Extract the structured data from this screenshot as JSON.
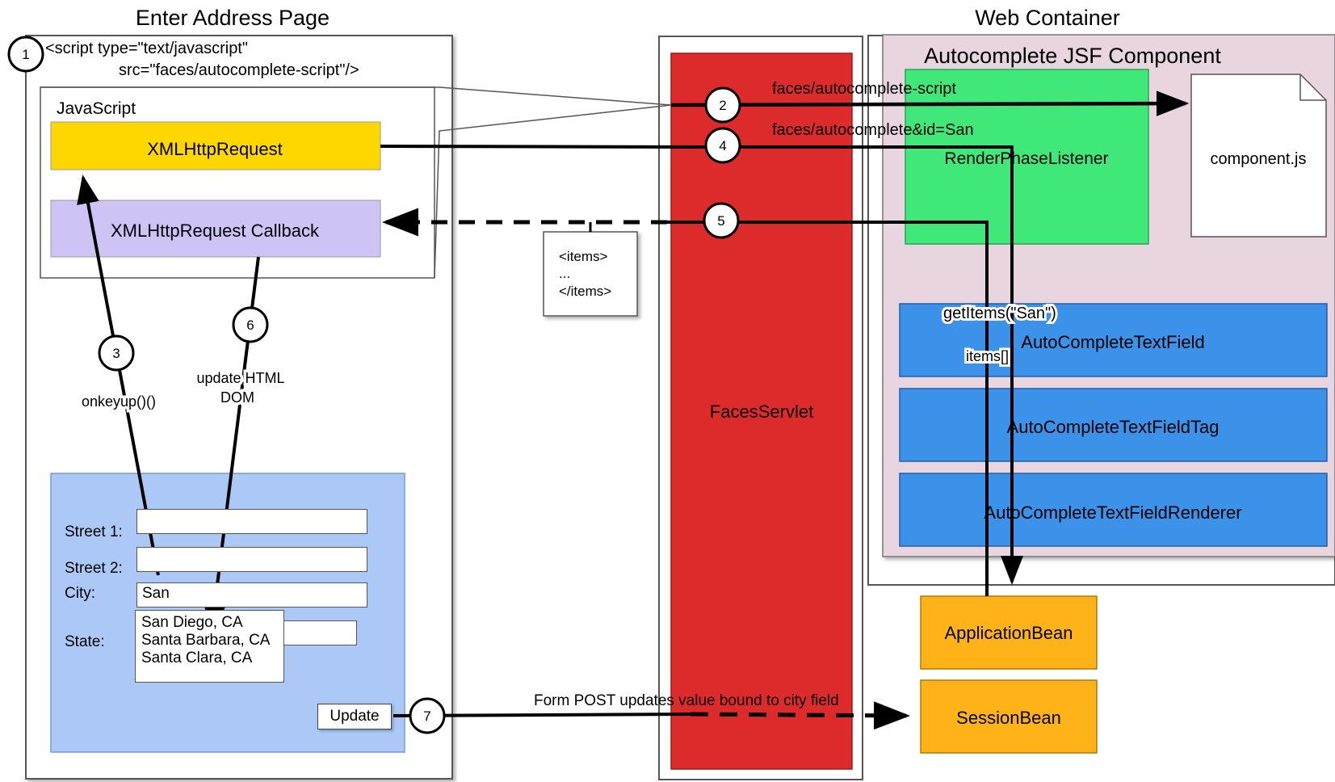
{
  "titles": {
    "left": "Enter Address Page",
    "right": "Web Container"
  },
  "script_tag": {
    "line1": "<script type=\"text/javascript\"",
    "line2": "src=\"faces/autocomplete-script\"/>"
  },
  "javascript_box": {
    "label": "JavaScript",
    "xhr_label": "XMLHttpRequest",
    "callback_label": "XMLHttpRequest Callback"
  },
  "steps": {
    "s1": "1",
    "s2": "2",
    "s3": "3",
    "s4": "4",
    "s5": "5",
    "s6": "6",
    "s7": "7"
  },
  "arrow_labels": {
    "onkeyup": "onkeyup()()",
    "update_line1": "update HTML",
    "update_line2": "DOM",
    "script_url": "faces/autocomplete-script",
    "request_url": "faces/autocomplete&id=San",
    "get_items": "getItems(\"San\")",
    "items_array": "items[]",
    "form_post": "Form POST updates value bound  to city field"
  },
  "items_note": {
    "line1": "<items>",
    "line2": "...",
    "line3": "</items>"
  },
  "form": {
    "street1_label": "Street 1:",
    "street2_label": "Street 2:",
    "city_label": "City:",
    "state_label": "State:",
    "city_value": "San",
    "suggestions": [
      "San Diego, CA",
      "Santa Barbara, CA",
      "Santa Clara, CA"
    ],
    "update_button": "Update"
  },
  "servlet": {
    "label": "FacesServlet"
  },
  "component": {
    "title": "Autocomplete JSF Component",
    "listener": "RenderPhaseListener",
    "file": "component.js",
    "classes": [
      "AutoCompleteTextField",
      "AutoCompleteTextFieldTag",
      "AutoCompleteTextFieldRenderer"
    ]
  },
  "beans": {
    "application": "ApplicationBean",
    "session": "SessionBean"
  },
  "colors": {
    "xhr_yellow": "#FFD700",
    "callback_lavender": "#CFC2F5",
    "form_blue": "#ABC8F7",
    "servlet_red": "#DD2B2B",
    "component_bg": "#E8D5E0",
    "listener_green": "#3FE879",
    "class_blue": "#3C92E8",
    "bean_orange": "#FFB318"
  }
}
